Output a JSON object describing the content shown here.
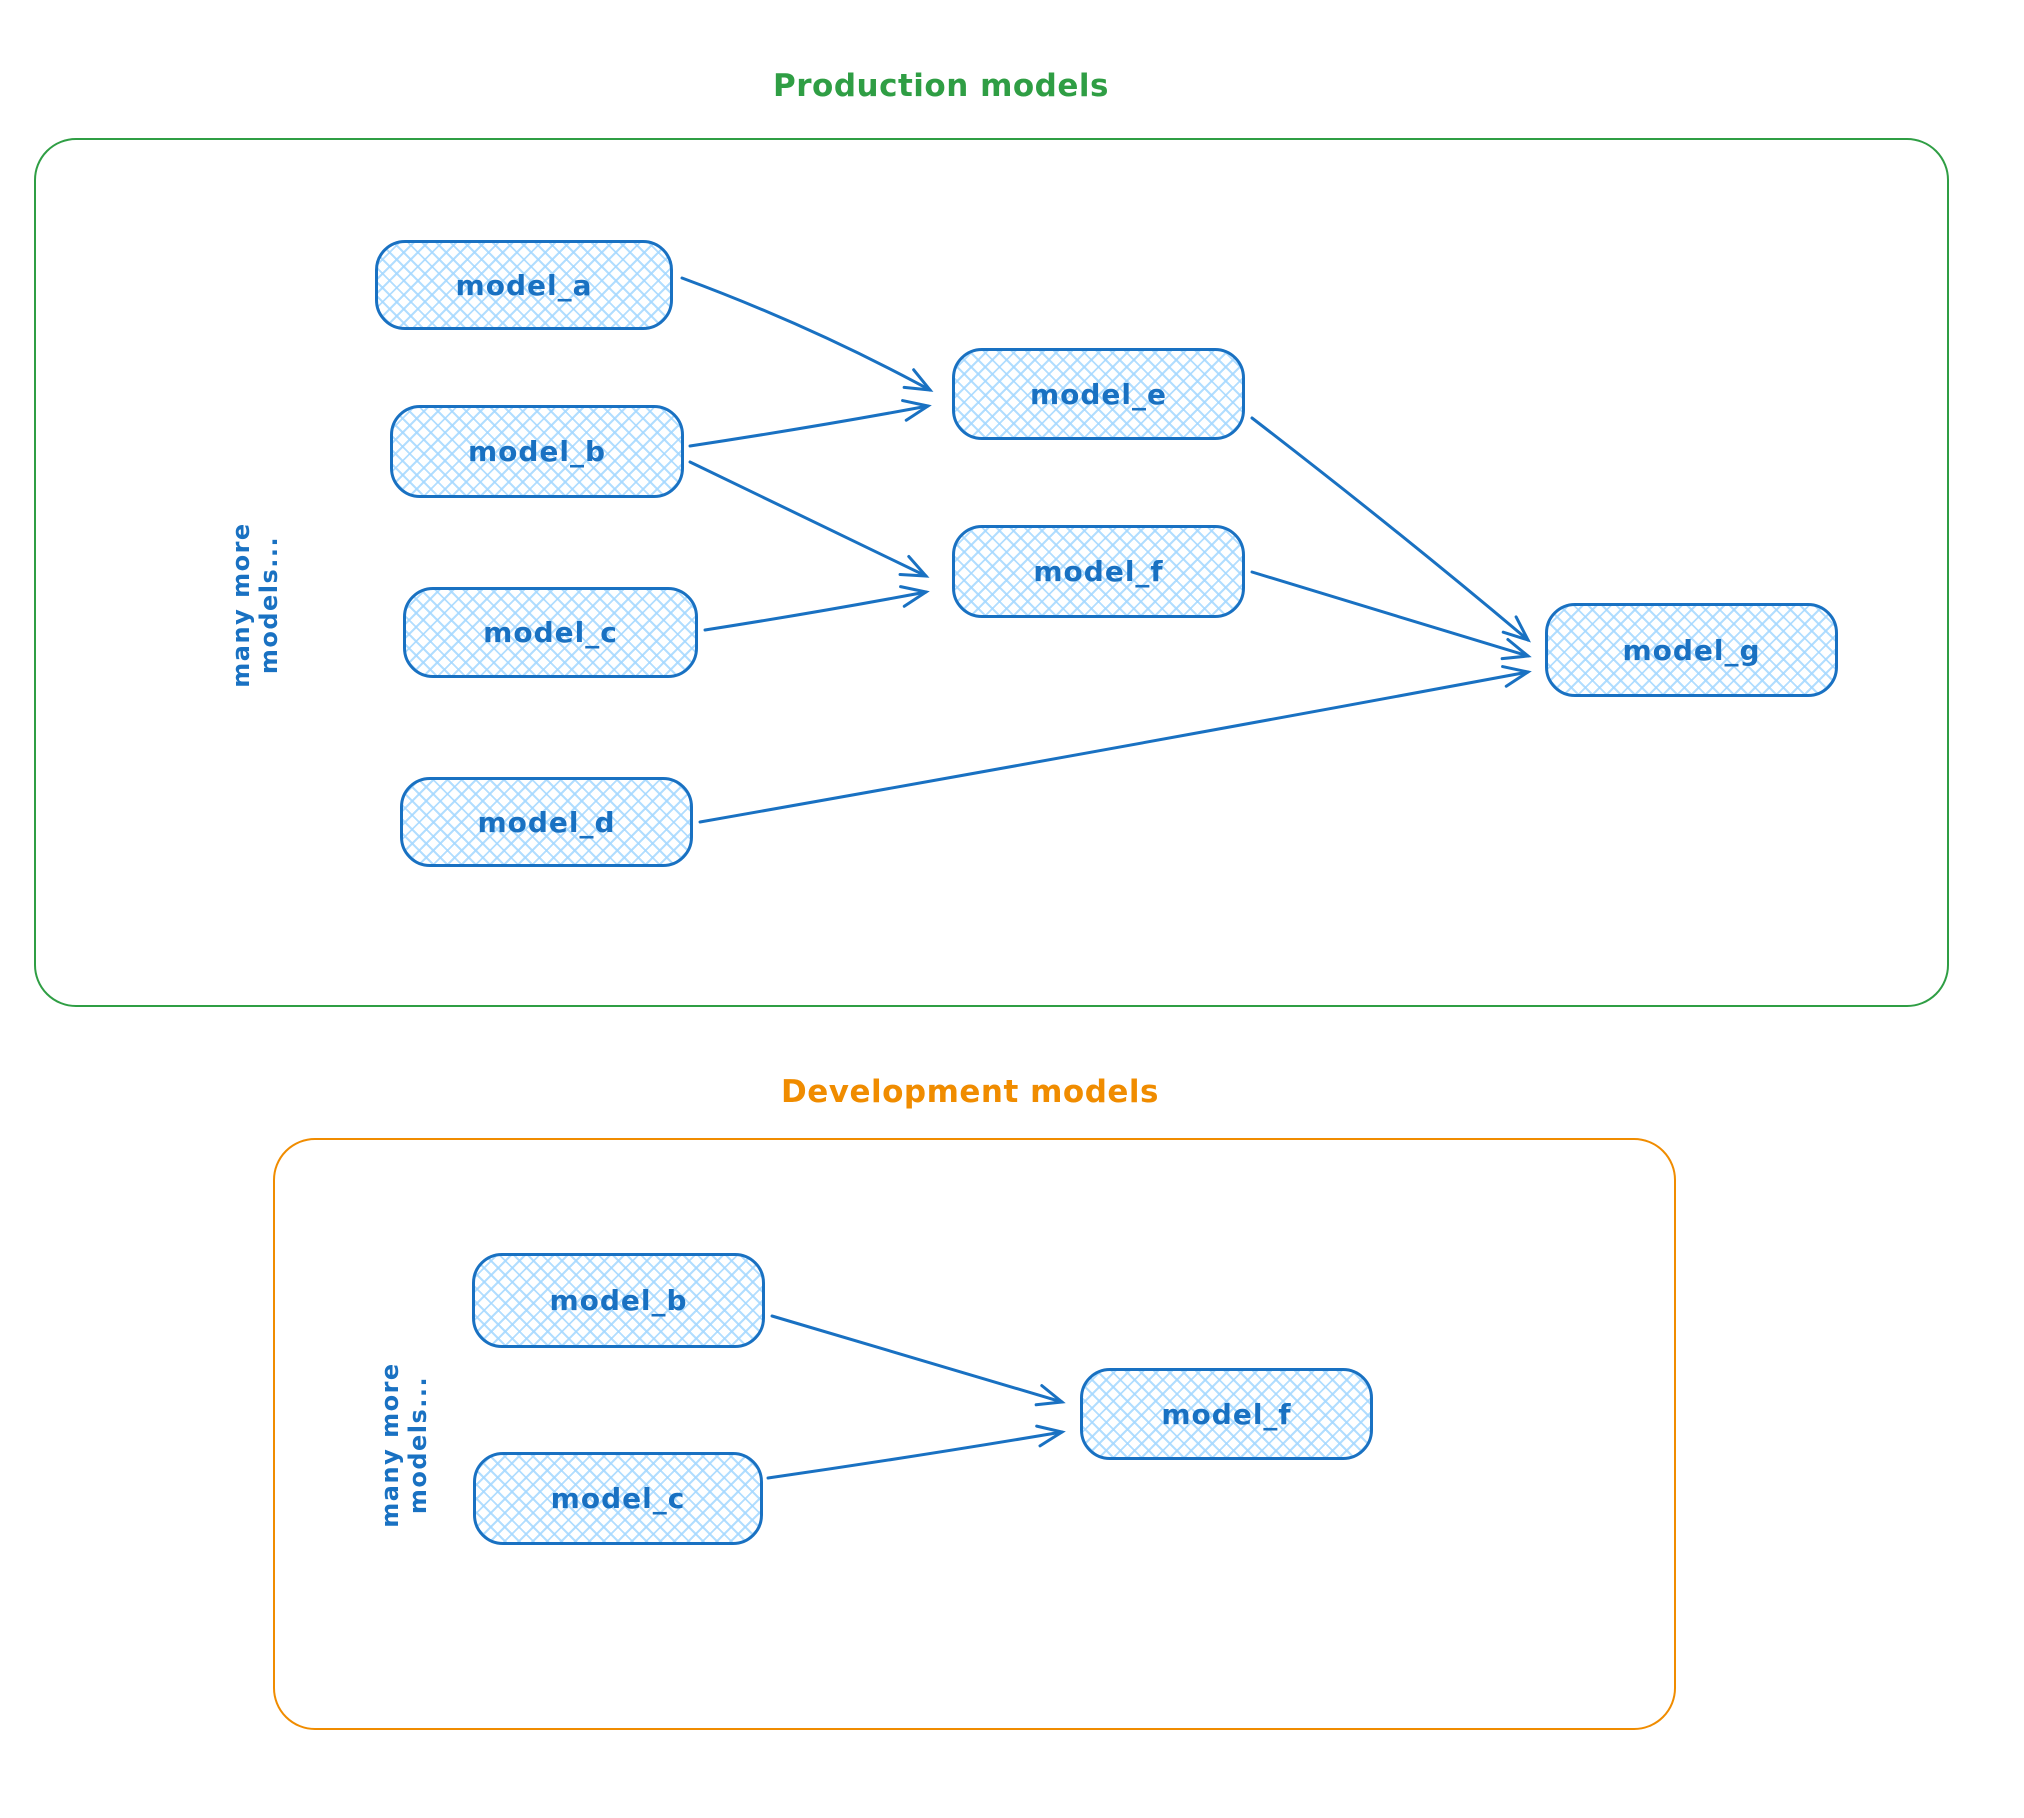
{
  "diagram": {
    "style": {
      "node_stroke_color": "#1971c2",
      "node_fill_hatch_color": "#a5d8ff",
      "production_accent_color": "#2f9e44",
      "development_accent_color": "#f08c00"
    },
    "production": {
      "title": "Production models",
      "side_label": "many more models...",
      "nodes": [
        {
          "id": "model_a",
          "label": "model_a"
        },
        {
          "id": "model_b",
          "label": "model_b"
        },
        {
          "id": "model_c",
          "label": "model_c"
        },
        {
          "id": "model_d",
          "label": "model_d"
        },
        {
          "id": "model_e",
          "label": "model_e"
        },
        {
          "id": "model_f",
          "label": "model_f"
        },
        {
          "id": "model_g",
          "label": "model_g"
        }
      ],
      "connections": [
        {
          "from": "model_a",
          "to": "model_e"
        },
        {
          "from": "model_b",
          "to": "model_e"
        },
        {
          "from": "model_b",
          "to": "model_f"
        },
        {
          "from": "model_c",
          "to": "model_f"
        },
        {
          "from": "model_e",
          "to": "model_g"
        },
        {
          "from": "model_f",
          "to": "model_g"
        },
        {
          "from": "model_d",
          "to": "model_g"
        }
      ]
    },
    "development": {
      "title": "Development models",
      "side_label": "many more models...",
      "nodes": [
        {
          "id": "model_b",
          "label": "model_b"
        },
        {
          "id": "model_c",
          "label": "model_c"
        },
        {
          "id": "model_f",
          "label": "model_f"
        }
      ],
      "connections": [
        {
          "from": "model_b",
          "to": "model_f"
        },
        {
          "from": "model_c",
          "to": "model_f"
        }
      ]
    }
  }
}
